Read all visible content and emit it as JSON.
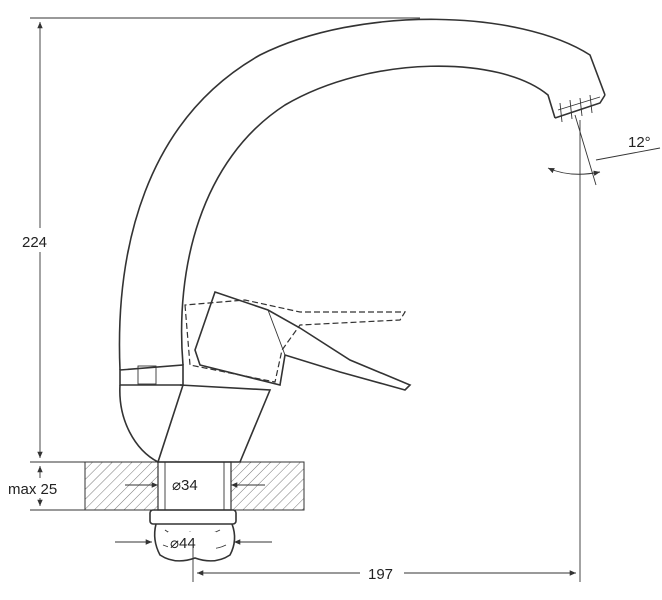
{
  "dimensions": {
    "height": "224",
    "angle": "12°",
    "thickness": "max 25",
    "hole_diameter": "⌀34",
    "nut_diameter": "⌀44",
    "reach": "197"
  },
  "colors": {
    "ink": "#333333",
    "background": "#ffffff",
    "hatch": "#555555"
  }
}
